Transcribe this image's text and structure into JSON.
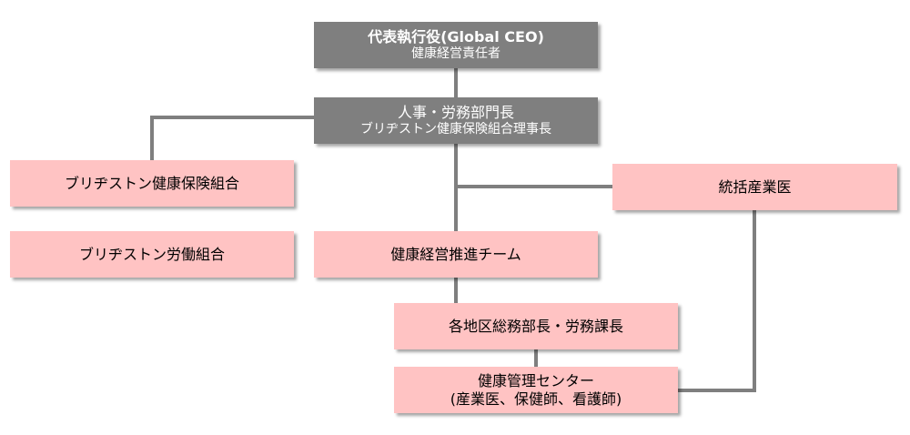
{
  "nodes": {
    "ceo": {
      "line1": "代表執行役(Global CEO)",
      "line2": "健康経営責任者"
    },
    "hr_head": {
      "line1": "人事・労務部門長",
      "line2": "ブリヂストン健康保険組合理事長"
    },
    "health_insurance": {
      "label": "ブリヂストン健康保険組合"
    },
    "labor_union": {
      "label": "ブリヂストン労働組合"
    },
    "chief_physician": {
      "label": "統括産業医"
    },
    "promotion_team": {
      "label": "健康経営推進チーム"
    },
    "regional_managers": {
      "label": "各地区総務部長・労務課長"
    },
    "health_center": {
      "line1": "健康管理センター",
      "line2": "(産業医、保健師、看護師)"
    }
  },
  "colors": {
    "dark_box": "#7f7f7f",
    "pink_box": "#ffc3c3",
    "connector": "#7f7f7f"
  }
}
